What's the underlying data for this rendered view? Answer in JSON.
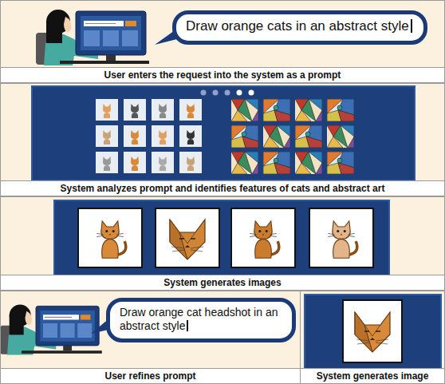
{
  "diagram": {
    "nodes": [
      {
        "text": [
          "User enters the request into the system as a prompt"
        ]
      },
      {
        "text": [
          "Draw orange cats in an abstract style"
        ],
        "in": 0
      },
      {
        "text": [
          "System analyzes prompt and identifies features of cats and abstract art"
        ]
      },
      {
        "text": [
          "System generates images"
        ]
      },
      {
        "text": [
          "User refines prompt"
        ]
      },
      {
        "text": [
          "Draw orange cat headshot in an abstract style"
        ],
        "in": 4
      },
      {
        "text": [
          "System generates image"
        ]
      }
    ]
  }
}
